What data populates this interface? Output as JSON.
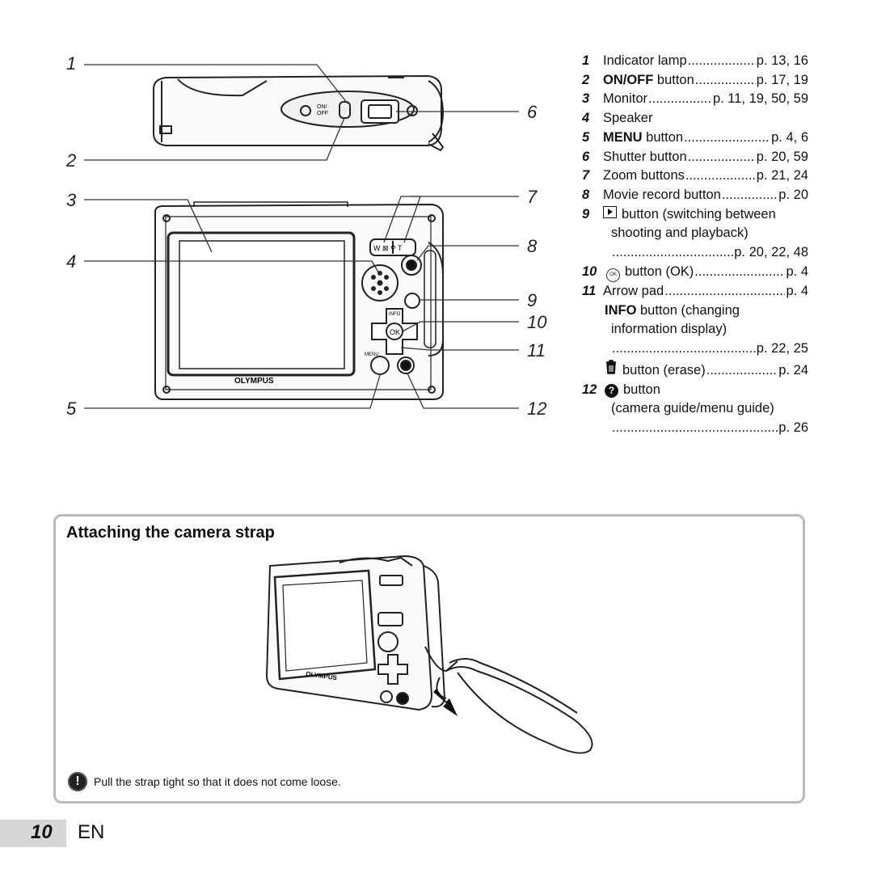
{
  "callouts": {
    "n1": "1",
    "n2": "2",
    "n3": "3",
    "n4": "4",
    "n5": "5",
    "n6": "6",
    "n7": "7",
    "n8": "8",
    "n9": "9",
    "n10": "10",
    "n11": "11",
    "n12": "12"
  },
  "camera_labels": {
    "on_off_top": "ON/",
    "on_off_bottom": "OFF",
    "brand": "OLYMPUS",
    "zoom": "W ⊠  ⚲ T",
    "info": "INFO",
    "ok": "OK",
    "menu": "MENU"
  },
  "parts": [
    {
      "num": "1",
      "name": "Indicator lamp",
      "ref": "p. 13, 16"
    },
    {
      "num": "2",
      "name_bold": "ON/OFF",
      "name": " button",
      "ref": "p. 17, 19"
    },
    {
      "num": "3",
      "name": "Monitor",
      "ref": "p. 11, 19, 50, 59"
    },
    {
      "num": "4",
      "name": "Speaker"
    },
    {
      "num": "5",
      "name_bold": "MENU",
      "name": " button",
      "ref": "p. 4, 6"
    },
    {
      "num": "6",
      "name": "Shutter button",
      "ref": "p. 20, 59"
    },
    {
      "num": "7",
      "name": "Zoom buttons",
      "ref": "p. 21, 24"
    },
    {
      "num": "8",
      "name": "Movie record button",
      "ref": "p. 20"
    },
    {
      "num": "9",
      "name": "button (switching between",
      "line2": "shooting and playback)",
      "ref": "p. 20, 22, 48"
    },
    {
      "num": "10",
      "okicon": "OK",
      "name": "button (OK)",
      "ref": "p. 4"
    },
    {
      "num": "11",
      "name": "Arrow pad",
      "ref": "p. 4"
    },
    {
      "name_bold": "INFO",
      "name": " button (changing",
      "line2": "information display)",
      "ref": "p. 22, 25"
    },
    {
      "name": "button (erase)",
      "ref": "p. 24"
    },
    {
      "num": "12",
      "helpicon": "?",
      "name": "button",
      "line2": "(camera guide/menu guide)",
      "ref": "p. 26"
    }
  ],
  "strap": {
    "title": "Attaching the camera strap",
    "note_icon": "!",
    "note": "Pull the strap tight so that it does not come loose."
  },
  "footer": {
    "page": "10",
    "lang": "EN"
  }
}
